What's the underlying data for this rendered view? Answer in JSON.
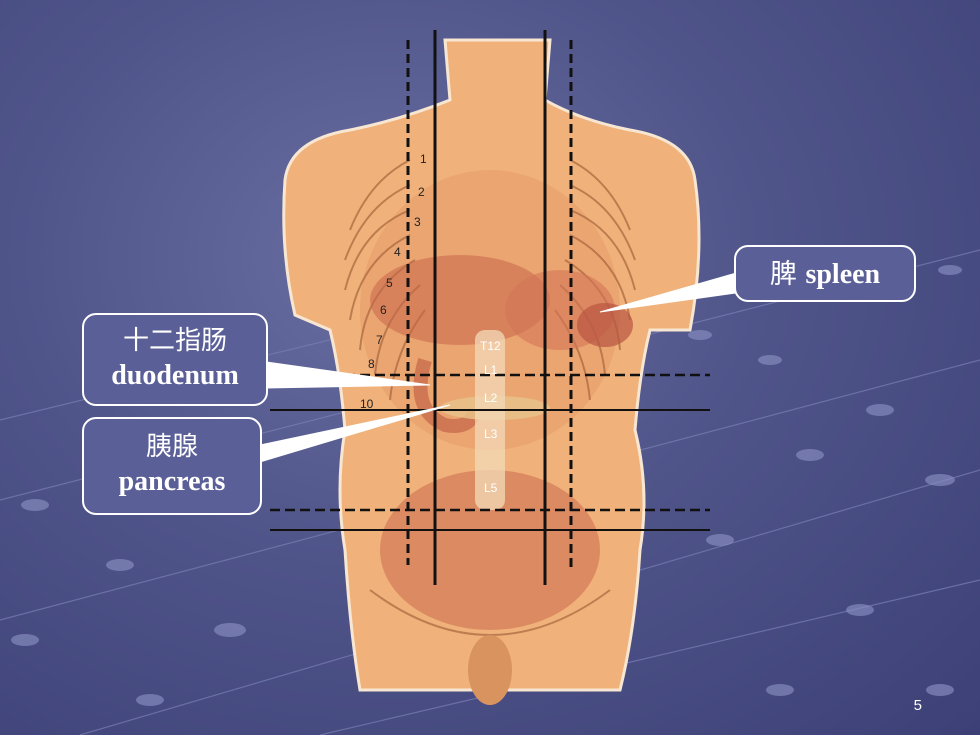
{
  "callouts": {
    "duodenum": {
      "cn": "十二指肠",
      "en": "duodenum"
    },
    "pancreas": {
      "cn": "胰腺",
      "en": "pancreas"
    },
    "spleen": {
      "cn": "脾",
      "en": "spleen"
    }
  },
  "rib_labels": [
    "1",
    "2",
    "3",
    "4",
    "5",
    "6",
    "7",
    "8",
    "10"
  ],
  "vertebra_labels": [
    "T12",
    "L1",
    "L2",
    "L3",
    "L5"
  ],
  "page_number": "5",
  "colors": {
    "background": "#4f5489",
    "callout_fill": "#5b5f97",
    "callout_border": "#ffffff",
    "skin": "#f0b27a",
    "organ": "#d97a5a"
  }
}
